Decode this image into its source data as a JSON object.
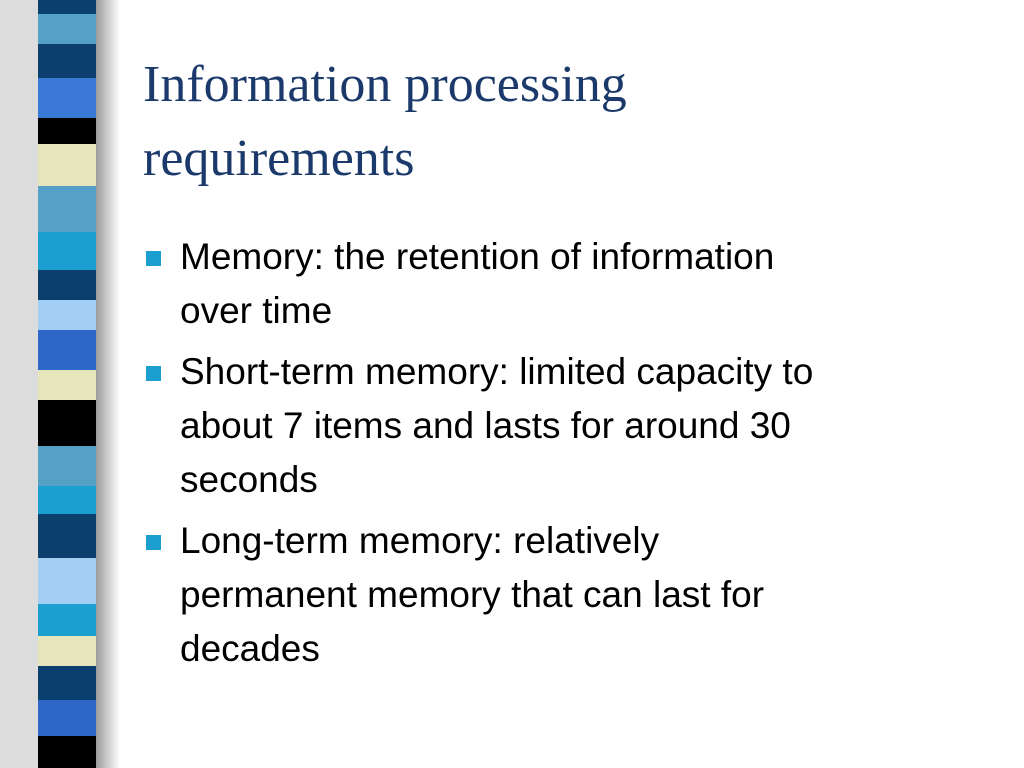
{
  "slide": {
    "title_line1": "Information processing",
    "title_line2": "requirements",
    "bullets": [
      {
        "line1": "Memory: the retention of information",
        "line2": "over time",
        "line3": ""
      },
      {
        "line1": "Short-term memory: limited capacity to",
        "line2": "about 7 items and lasts for around 30",
        "line3": "seconds"
      },
      {
        "line1": "Long-term memory: relatively",
        "line2": "permanent memory that can last for",
        "line3": "decades"
      }
    ]
  },
  "theme": {
    "title_color": "#1b3a6b",
    "bullet_marker_color": "#1a9fd0",
    "strip_colors": [
      "#0b3f6e",
      "#55a0c7",
      "#3b79d6",
      "#e6e6bd",
      "#000000",
      "#1a9fd0",
      "#a3cff5",
      "#2f67c9"
    ]
  }
}
